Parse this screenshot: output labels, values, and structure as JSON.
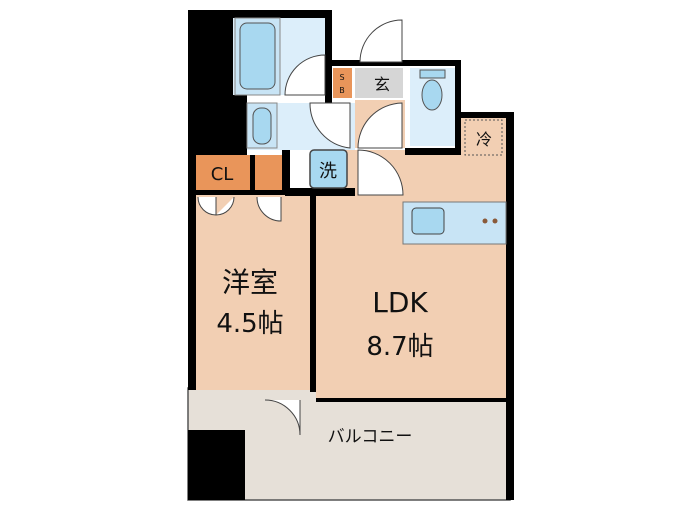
{
  "rooms": {
    "western_room": {
      "name": "洋室",
      "size": "4.5帖"
    },
    "ldk": {
      "name": "LDK",
      "size": "8.7帖"
    },
    "balcony": {
      "name": "バルコニー"
    },
    "closet": {
      "name": "CL"
    },
    "shoe_box": {
      "name_top": "S",
      "name_bottom": "B"
    },
    "entrance": {
      "name": "玄"
    },
    "washer": {
      "name": "洗"
    },
    "fridge": {
      "name": "冷"
    }
  },
  "colors": {
    "wall": "#000000",
    "room_floor": "#f2cfb3",
    "wet_area": "#dceefa",
    "fixture": "#a8d8f0",
    "closet": "#e9955a",
    "entrance": "#d6d6d6",
    "balcony": "#e6e0d8"
  }
}
